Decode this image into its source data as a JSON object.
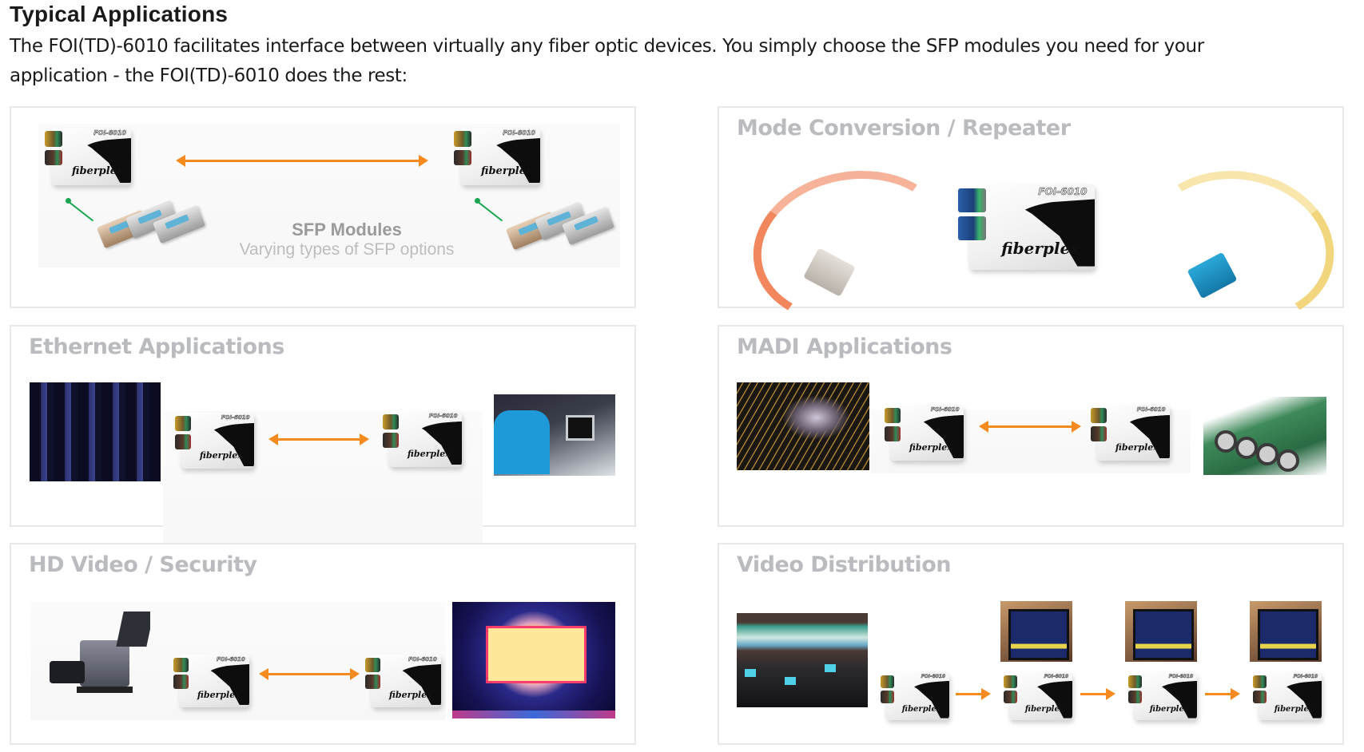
{
  "header": {
    "title": "Typical Applications",
    "intro_line1": "The FOI(TD)-6010 facilitates interface between virtually any fiber optic devices. You simply choose the SFP modules you need for your",
    "intro_line2": "application - the FOI(TD)-6010 does the rest:"
  },
  "device": {
    "brand": "fiberplex",
    "model": "FOI-6010"
  },
  "colors": {
    "arrow": "#f58a1f",
    "panel_border": "#e8e8e8",
    "panel_heading": "#b9bbbe",
    "title_text": "#1a1a1a"
  },
  "panels": [
    {
      "id": "sfp",
      "heading": "",
      "caption_title": "SFP Modules",
      "caption_subtitle": "Varying types of SFP options",
      "diagram": "device <-> device, each with SFP modules"
    },
    {
      "id": "mode-conversion",
      "heading": "Mode Conversion / Repeater",
      "diagram": "multimode cable -> device -> single-mode cable"
    },
    {
      "id": "ethernet",
      "heading": "Ethernet Applications",
      "diagram": "server racks -> device <-> device -> network switch"
    },
    {
      "id": "madi",
      "heading": "MADI Applications",
      "diagram": "audio mixing console -> device <-> device -> MADI card"
    },
    {
      "id": "hd-video",
      "heading": "HD Video / Security",
      "diagram": "broadcast camera -> device <-> device -> stadium screen"
    },
    {
      "id": "video-distribution",
      "heading": "Video Distribution",
      "diagram": "control room -> device -> device -> device -> device, each feeding a monitor"
    }
  ]
}
